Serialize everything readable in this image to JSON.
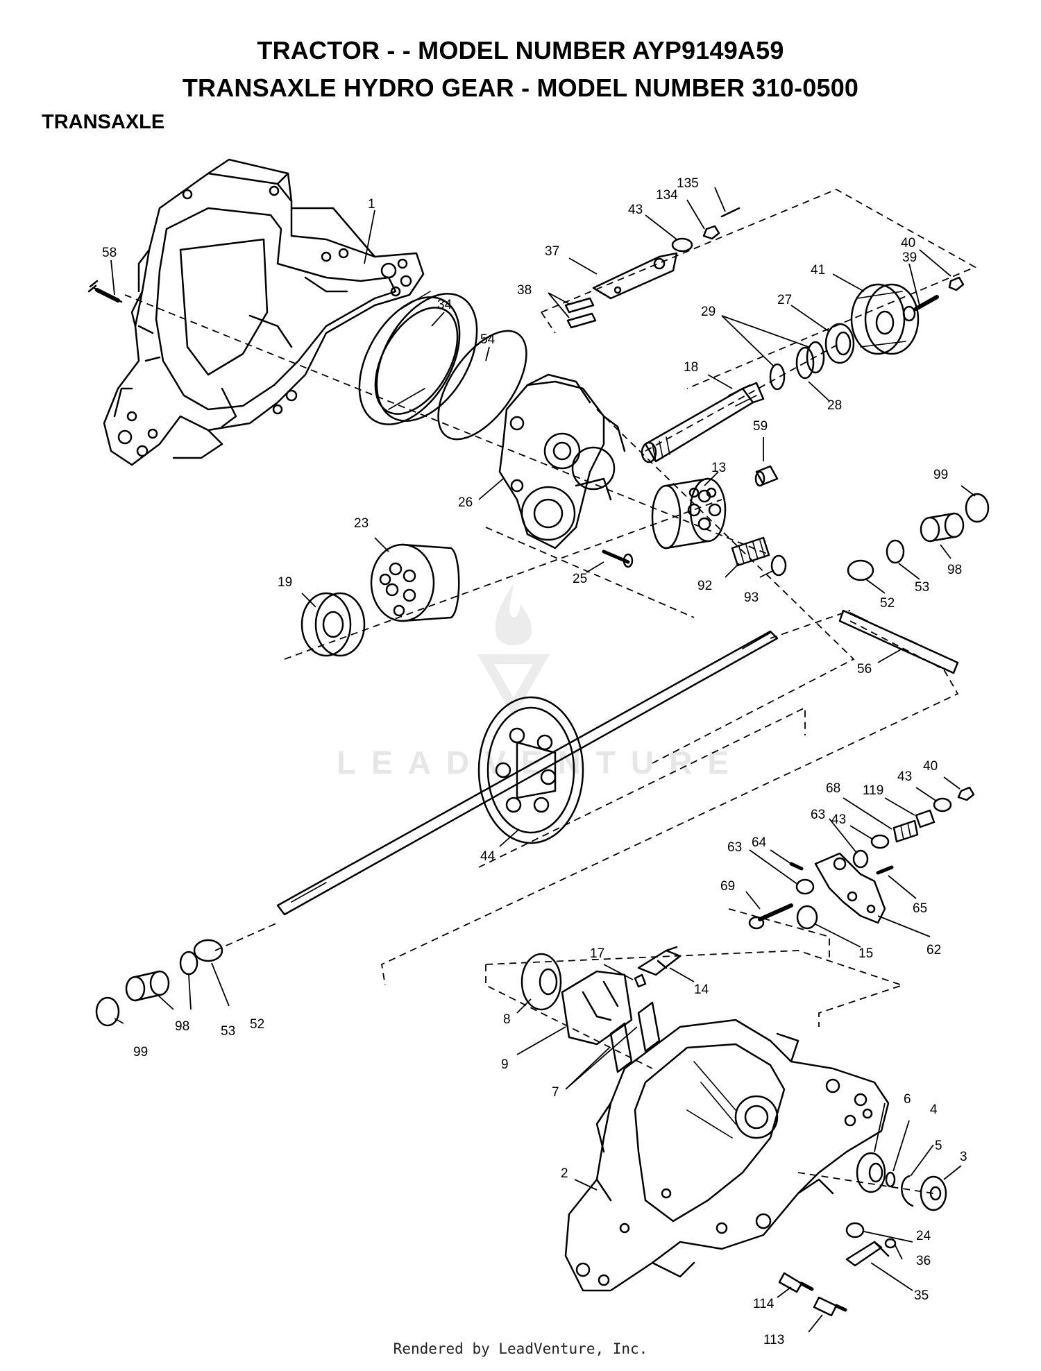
{
  "header": {
    "title_line1": "TRACTOR - - MODEL NUMBER AYP9149A59",
    "title_line2": "TRANSAXLE HYDRO GEAR - MODEL NUMBER 310-0500",
    "section": "TRANSAXLE"
  },
  "watermark": "LEADVENTURE",
  "footer": "Rendered by LeadVenture, Inc.",
  "callouts": [
    {
      "id": "c1",
      "label": "1"
    },
    {
      "id": "c58",
      "label": "58"
    },
    {
      "id": "c34",
      "label": "34"
    },
    {
      "id": "c54",
      "label": "54"
    },
    {
      "id": "c43a",
      "label": "43"
    },
    {
      "id": "c134",
      "label": "134"
    },
    {
      "id": "c135",
      "label": "135"
    },
    {
      "id": "c37",
      "label": "37"
    },
    {
      "id": "c38",
      "label": "38"
    },
    {
      "id": "c40a",
      "label": "40"
    },
    {
      "id": "c39",
      "label": "39"
    },
    {
      "id": "c41",
      "label": "41"
    },
    {
      "id": "c27",
      "label": "27"
    },
    {
      "id": "c29",
      "label": "29"
    },
    {
      "id": "c28",
      "label": "28"
    },
    {
      "id": "c18",
      "label": "18"
    },
    {
      "id": "c59",
      "label": "59"
    },
    {
      "id": "c13",
      "label": "13"
    },
    {
      "id": "c26",
      "label": "26"
    },
    {
      "id": "c23",
      "label": "23"
    },
    {
      "id": "c19",
      "label": "19"
    },
    {
      "id": "c25",
      "label": "25"
    },
    {
      "id": "c92",
      "label": "92"
    },
    {
      "id": "c93",
      "label": "93"
    },
    {
      "id": "c99a",
      "label": "99"
    },
    {
      "id": "c98a",
      "label": "98"
    },
    {
      "id": "c53a",
      "label": "53"
    },
    {
      "id": "c52a",
      "label": "52"
    },
    {
      "id": "c56",
      "label": "56"
    },
    {
      "id": "c44",
      "label": "44"
    },
    {
      "id": "c40b",
      "label": "40"
    },
    {
      "id": "c43b",
      "label": "43"
    },
    {
      "id": "c68",
      "label": "68"
    },
    {
      "id": "c119",
      "label": "119"
    },
    {
      "id": "c63a",
      "label": "63"
    },
    {
      "id": "c43c",
      "label": "43"
    },
    {
      "id": "c64",
      "label": "64"
    },
    {
      "id": "c63b",
      "label": "63"
    },
    {
      "id": "c69",
      "label": "69"
    },
    {
      "id": "c65",
      "label": "65"
    },
    {
      "id": "c62",
      "label": "62"
    },
    {
      "id": "c15",
      "label": "15"
    },
    {
      "id": "c17",
      "label": "17"
    },
    {
      "id": "c14",
      "label": "14"
    },
    {
      "id": "c8",
      "label": "8"
    },
    {
      "id": "c9",
      "label": "9"
    },
    {
      "id": "c7",
      "label": "7"
    },
    {
      "id": "c99b",
      "label": "99"
    },
    {
      "id": "c98b",
      "label": "98"
    },
    {
      "id": "c53b",
      "label": "53"
    },
    {
      "id": "c52b",
      "label": "52"
    },
    {
      "id": "c6",
      "label": "6"
    },
    {
      "id": "c4",
      "label": "4"
    },
    {
      "id": "c5",
      "label": "5"
    },
    {
      "id": "c3",
      "label": "3"
    },
    {
      "id": "c2",
      "label": "2"
    },
    {
      "id": "c24",
      "label": "24"
    },
    {
      "id": "c36",
      "label": "36"
    },
    {
      "id": "c35",
      "label": "35"
    },
    {
      "id": "c114",
      "label": "114"
    },
    {
      "id": "c113",
      "label": "113"
    }
  ]
}
